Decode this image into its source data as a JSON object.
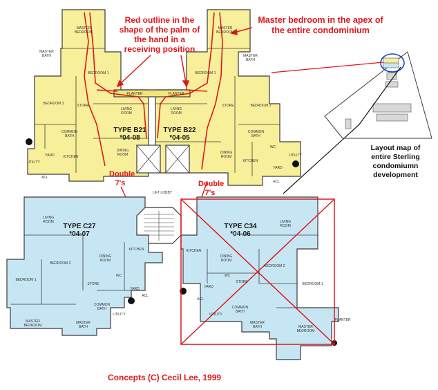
{
  "annotations": {
    "palm_note": "Red outline in the shape of the palm of the hand in a receiving position",
    "master_note": "Master bedroom in the apex of the entire condominium",
    "double_left": "Double 7's",
    "double_right": "Double 7's",
    "layout_map_note": "Layout map of entire Sterling condomiumn development",
    "credit": "Concepts (C)  Cecil Lee, 1999"
  },
  "units": {
    "b21": {
      "type": "TYPE B21",
      "no": "*04-08"
    },
    "b22": {
      "type": "TYPE B22",
      "no": "*04-05"
    },
    "c27": {
      "type": "TYPE C27",
      "no": "*04-07"
    },
    "c34": {
      "type": "TYPE C34",
      "no": "*04-06"
    }
  },
  "rooms": {
    "master_bedroom": "MASTER BEDROOM",
    "master_bath": "MASTER BATH",
    "bedroom_1": "BEDROOM 1",
    "bedroom_2": "BEDROOM 2",
    "bedroom_3": "BEDROOM 3",
    "living_room": "LIVING ROOM",
    "dining_room": "DINING ROOM",
    "kitchen": "KITCHEN",
    "store": "STORE",
    "common_bath": "COMMON BATH",
    "yard": "YARD",
    "utility": "UTILITY",
    "planter": "PLANTER",
    "lift_lobby": "LIFT LOBBY",
    "wc": "WC",
    "acl": "ACL"
  },
  "colors": {
    "yellow_units": "#f7ef9a",
    "blue_units": "#c7e6f3",
    "annotation_red": "#e0161b",
    "wall": "#3a3a3a"
  }
}
